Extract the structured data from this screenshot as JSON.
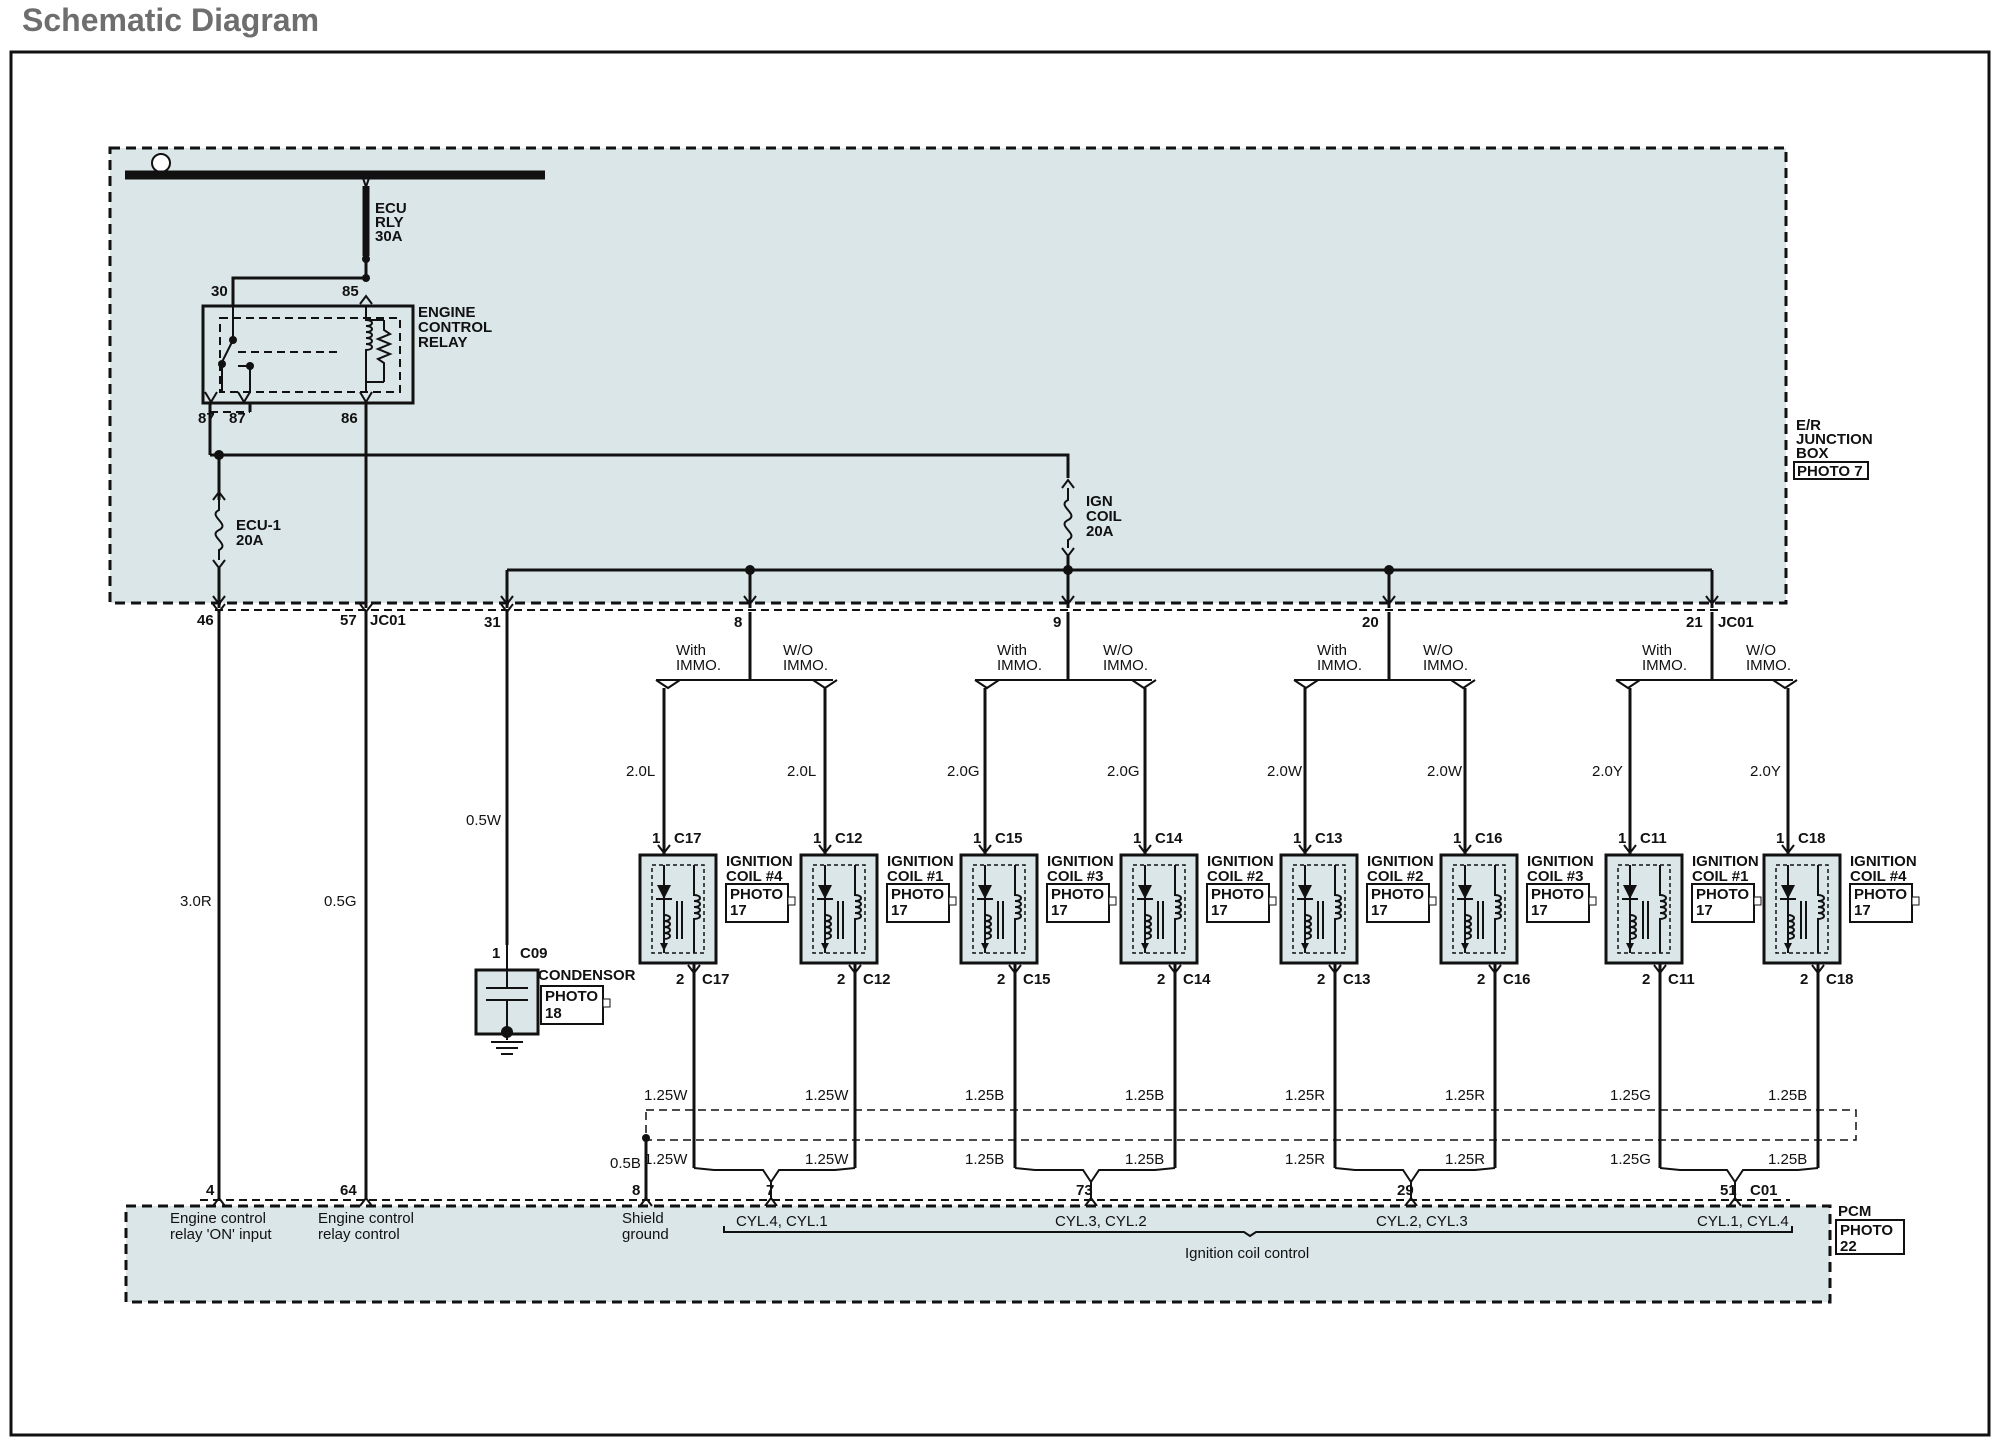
{
  "title": "Schematic Diagram",
  "colors": {
    "box_fill": "#dbe6e8",
    "line": "#111111",
    "title": "#6e6e6e"
  },
  "junction_box": {
    "line1": "E/R",
    "line2": "JUNCTION",
    "line3": "BOX",
    "photo": "PHOTO 7"
  },
  "fuse_ecu_rly": {
    "line1": "ECU",
    "line2": "RLY",
    "line3": "30A"
  },
  "relay": {
    "line1": "ENGINE",
    "line2": "CONTROL",
    "line3": "RELAY",
    "pin30": "30",
    "pin85": "85",
    "pin87a": "87",
    "pin87b": "87",
    "pin86": "86"
  },
  "fuse_ecu1": {
    "line1": "ECU-1",
    "line2": "20A"
  },
  "fuse_ign": {
    "line1": "IGN",
    "line2": "COIL",
    "line3": "20A"
  },
  "jc01": {
    "name": "JC01",
    "pins": [
      "46",
      "57",
      "31",
      "8",
      "9",
      "20",
      "21"
    ]
  },
  "variant": {
    "with_1": "With",
    "with_2": "IMMO.",
    "wo_1": "W/O",
    "wo_2": "IMMO."
  },
  "wires_supply": [
    "3.0R",
    "0.5G",
    "0.5W"
  ],
  "condensor": {
    "pin": "1",
    "connector": "C09",
    "label": "CONDENSOR",
    "photo_1": "PHOTO",
    "photo_2": "18"
  },
  "coils": [
    {
      "wire": "2.0L",
      "connector": "C17",
      "name_1": "IGNITION",
      "name_2": "COIL #4",
      "photo_1": "PHOTO",
      "photo_2": "17",
      "pin1": "1",
      "pin2": "2",
      "out_wire": "1.25W"
    },
    {
      "wire": "2.0L",
      "connector": "C12",
      "name_1": "IGNITION",
      "name_2": "COIL #1",
      "photo_1": "PHOTO",
      "photo_2": "17",
      "pin1": "1",
      "pin2": "2",
      "out_wire": "1.25W"
    },
    {
      "wire": "2.0G",
      "connector": "C15",
      "name_1": "IGNITION",
      "name_2": "COIL #3",
      "photo_1": "PHOTO",
      "photo_2": "17",
      "pin1": "1",
      "pin2": "2",
      "out_wire": "1.25B"
    },
    {
      "wire": "2.0G",
      "connector": "C14",
      "name_1": "IGNITION",
      "name_2": "COIL #2",
      "photo_1": "PHOTO",
      "photo_2": "17",
      "pin1": "1",
      "pin2": "2",
      "out_wire": "1.25B"
    },
    {
      "wire": "2.0W",
      "connector": "C13",
      "name_1": "IGNITION",
      "name_2": "COIL #2",
      "photo_1": "PHOTO",
      "photo_2": "17",
      "pin1": "1",
      "pin2": "2",
      "out_wire": "1.25R"
    },
    {
      "wire": "2.0W",
      "connector": "C16",
      "name_1": "IGNITION",
      "name_2": "COIL #3",
      "photo_1": "PHOTO",
      "photo_2": "17",
      "pin1": "1",
      "pin2": "2",
      "out_wire": "1.25R"
    },
    {
      "wire": "2.0Y",
      "connector": "C11",
      "name_1": "IGNITION",
      "name_2": "COIL #1",
      "photo_1": "PHOTO",
      "photo_2": "17",
      "pin1": "1",
      "pin2": "2",
      "out_wire": "1.25G"
    },
    {
      "wire": "2.0Y",
      "connector": "C18",
      "name_1": "IGNITION",
      "name_2": "COIL #4",
      "photo_1": "PHOTO",
      "photo_2": "17",
      "pin1": "1",
      "pin2": "2",
      "out_wire": "1.25B"
    }
  ],
  "shield_wire": "0.5B",
  "pcm": {
    "name": "PCM",
    "photo_1": "PHOTO",
    "photo_2": "22",
    "connector": "C01",
    "pins": [
      "4",
      "64",
      "8",
      "7",
      "73",
      "29",
      "51"
    ],
    "label_4_l1": "Engine control",
    "label_4_l2": "relay 'ON' input",
    "label_64_l1": "Engine control",
    "label_64_l2": "relay control",
    "label_8_l1": "Shield",
    "label_8_l2": "ground",
    "cyl_groups": [
      "CYL.4, CYL.1",
      "CYL.3, CYL.2",
      "CYL.2, CYL.3",
      "CYL.1, CYL.4"
    ],
    "ign_control": "Ignition coil control"
  }
}
